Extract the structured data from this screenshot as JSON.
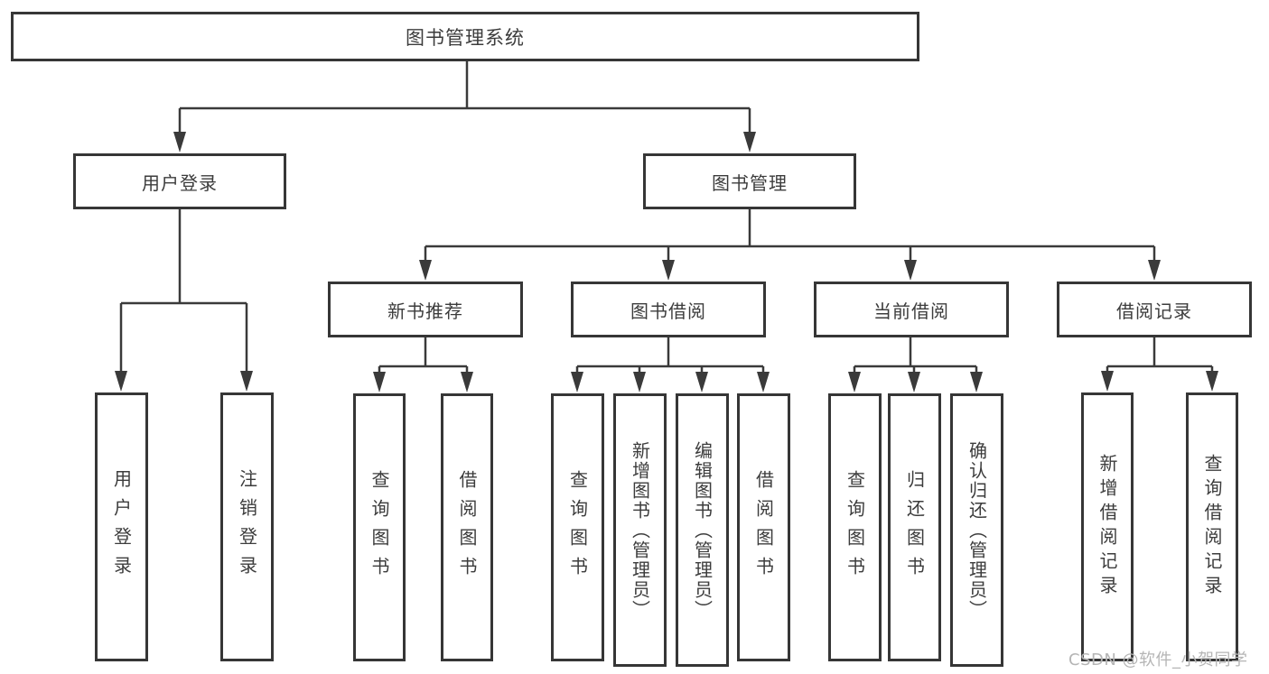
{
  "diagram_title": "图书管理系统",
  "root": {
    "label": "图书管理系统"
  },
  "branches": {
    "user_login": {
      "label": "用户登录"
    },
    "book_management": {
      "label": "图书管理"
    }
  },
  "modules": {
    "new_book_recommend": {
      "label": "新书推荐"
    },
    "book_borrow": {
      "label": "图书借阅"
    },
    "current_borrow": {
      "label": "当前借阅"
    },
    "borrow_record": {
      "label": "借阅记录"
    }
  },
  "functions": {
    "user_login": [
      {
        "label": "用户登录"
      },
      {
        "label": "注销登录"
      }
    ],
    "new_book_recommend": [
      {
        "label": "查询图书"
      },
      {
        "label": "借阅图书"
      }
    ],
    "book_borrow": [
      {
        "label": "查询图书"
      },
      {
        "label": "新增图书（管理员）"
      },
      {
        "label": "编辑图书（管理员）"
      },
      {
        "label": "借阅图书"
      }
    ],
    "current_borrow": [
      {
        "label": "查询图书"
      },
      {
        "label": "归还图书"
      },
      {
        "label": "确认归还（管理员）"
      }
    ],
    "borrow_record": [
      {
        "label": "新增借阅记录"
      },
      {
        "label": "查询借阅记录"
      }
    ]
  },
  "watermark": {
    "text": "CSDN @软件_小贺同学",
    "color": "#b5b5b5"
  },
  "colors": {
    "line": "#3a3a3a",
    "border": "#363636",
    "text": "#3c3c3c",
    "background": "#ffffff"
  }
}
